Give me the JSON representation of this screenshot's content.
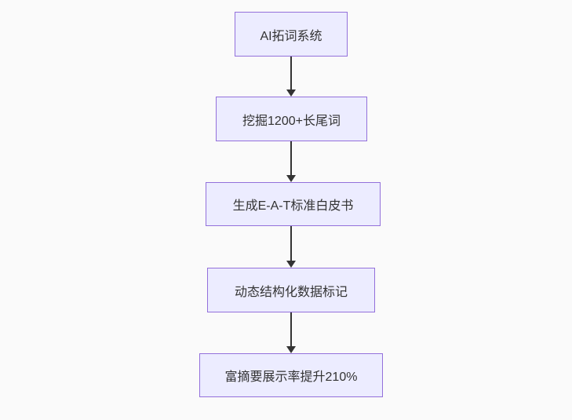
{
  "page": {
    "background_color": "#fafafa"
  },
  "flowchart": {
    "type": "flowchart-top-down",
    "node_fill_color": "#ECECFF",
    "node_border_color": "#9370DB",
    "node_text_color": "#333333",
    "arrow_color": "#333333",
    "nodes": [
      {
        "label": "AI拓词系统"
      },
      {
        "label": "挖掘1200+长尾词"
      },
      {
        "label": "生成E-A-T标准白皮书"
      },
      {
        "label": "动态结构化数据标记"
      },
      {
        "label": "富摘要展示率提升210%"
      }
    ],
    "edges": [
      {
        "from": 0,
        "to": 1
      },
      {
        "from": 1,
        "to": 2
      },
      {
        "from": 2,
        "to": 3
      },
      {
        "from": 3,
        "to": 4
      }
    ]
  }
}
